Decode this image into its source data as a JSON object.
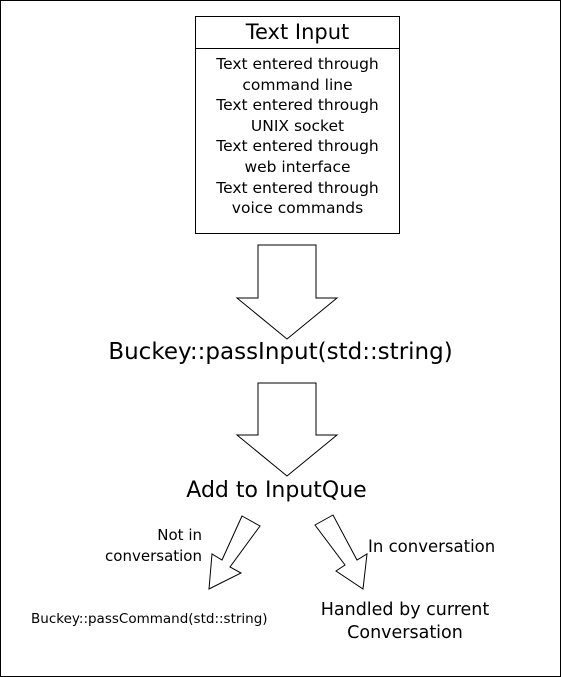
{
  "text_input": {
    "title": "Text Input",
    "sources": [
      [
        "Text entered through",
        "command line"
      ],
      [
        "Text entered through",
        "UNIX socket"
      ],
      [
        "Text entered through",
        "web interface"
      ],
      [
        "Text entered through",
        "voice commands"
      ]
    ]
  },
  "steps": {
    "pass_input": "Buckey::passInput(std::string)",
    "add_queue": "Add to InputQue"
  },
  "branches": {
    "left": {
      "condition": "Not in conversation",
      "result": "Buckey::passCommand(std::string)"
    },
    "right": {
      "condition": "In conversation",
      "result": "Handled by current Conversation"
    }
  }
}
